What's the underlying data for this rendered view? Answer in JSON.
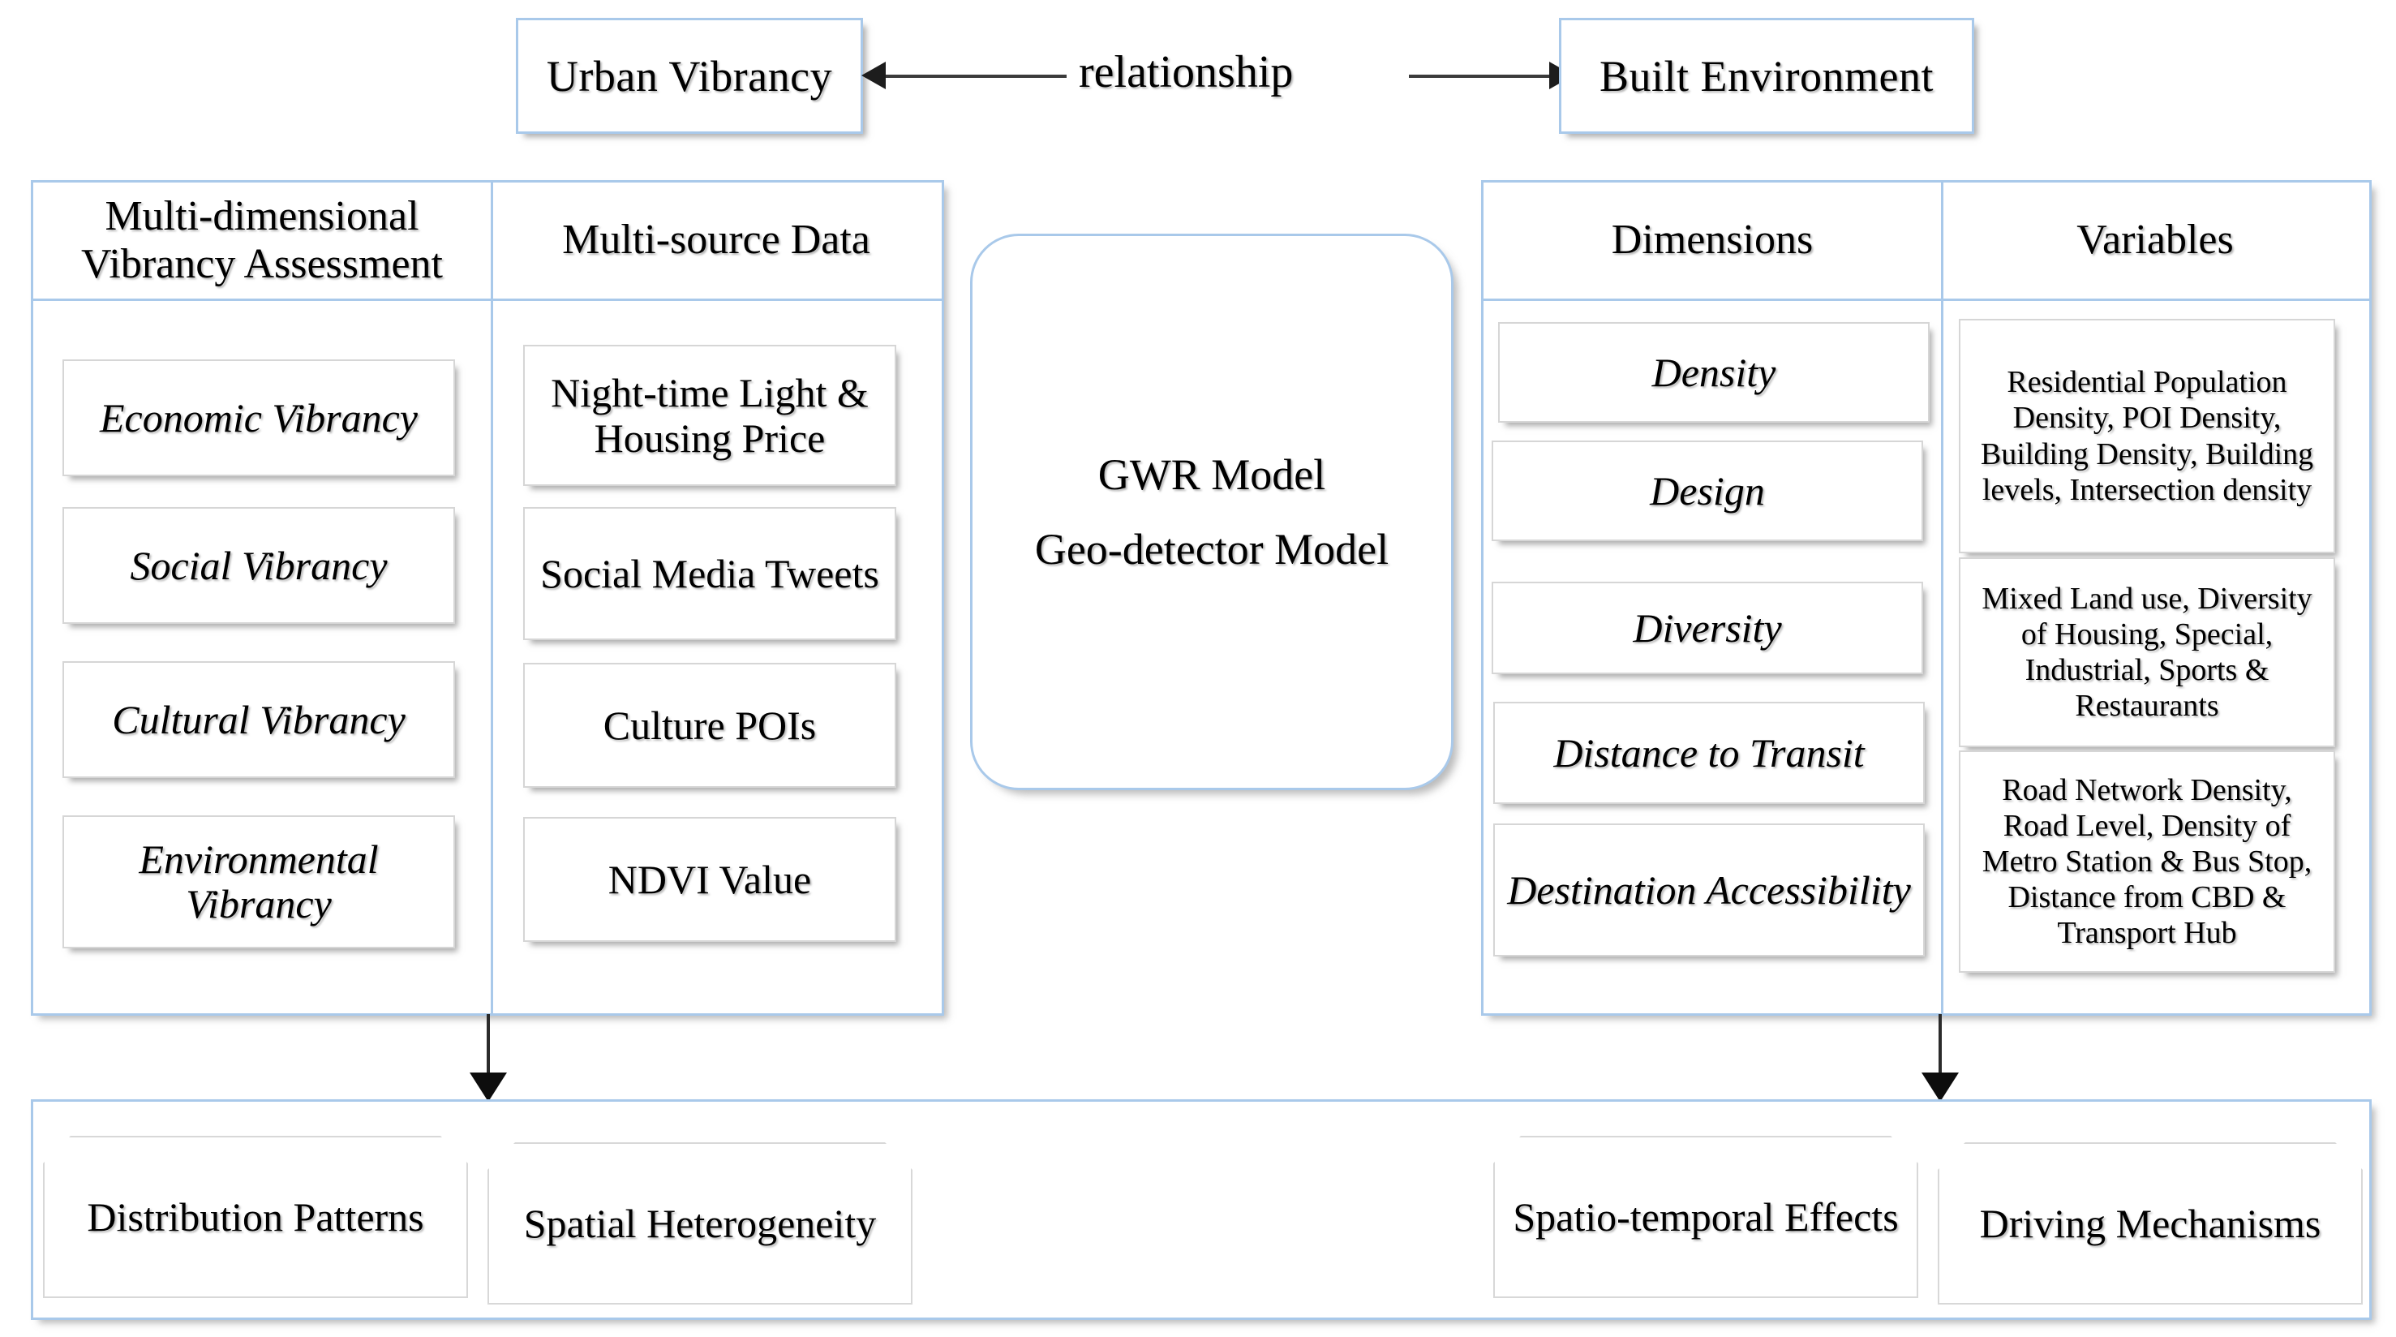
{
  "top": {
    "left_box": "Urban Vibrancy",
    "right_box": "Built Environment",
    "relationship_label": "relationship"
  },
  "left_panel": {
    "columns": [
      {
        "title": "Multi-dimensional\nVibrancy Assessment",
        "title_line1": "Multi-dimensional",
        "title_line2": "Vibrancy Assessment",
        "items": [
          "Economic Vibrancy",
          "Social Vibrancy",
          "Cultural Vibrancy",
          "Environmental Vibrancy"
        ]
      },
      {
        "title": "Multi-source Data",
        "items": [
          "Night-time Light & Housing Price",
          "Social Media Tweets",
          "Culture POIs",
          "NDVI Value"
        ]
      }
    ]
  },
  "model": {
    "line1": "GWR Model",
    "line2": "Geo-detector Model"
  },
  "right_panel": {
    "columns": [
      {
        "title": "Dimensions",
        "items": [
          "Density",
          "Design",
          "Diversity",
          "Distance to Transit",
          "Destination Accessibility"
        ]
      },
      {
        "title": "Variables",
        "items": [
          "Residential Population Density, POI Density, Building Density, Building levels, Intersection density",
          "Mixed Land use, Diversity of Housing, Special, Industrial, Sports & Restaurants",
          "Road Network Density, Road Level, Density of Metro Station & Bus Stop, Distance from CBD & Transport Hub"
        ]
      }
    ]
  },
  "bottom_panel": {
    "items": [
      "Distribution Patterns",
      "Spatial Heterogeneity",
      "Spatio-temporal Effects",
      "Driving Mechanisms"
    ]
  },
  "colors": {
    "frame_blue": "#a9c9ea",
    "card_border_grey": "#d6d6d6",
    "connector_dark": "#2b2b2b",
    "background": "#ffffff"
  }
}
